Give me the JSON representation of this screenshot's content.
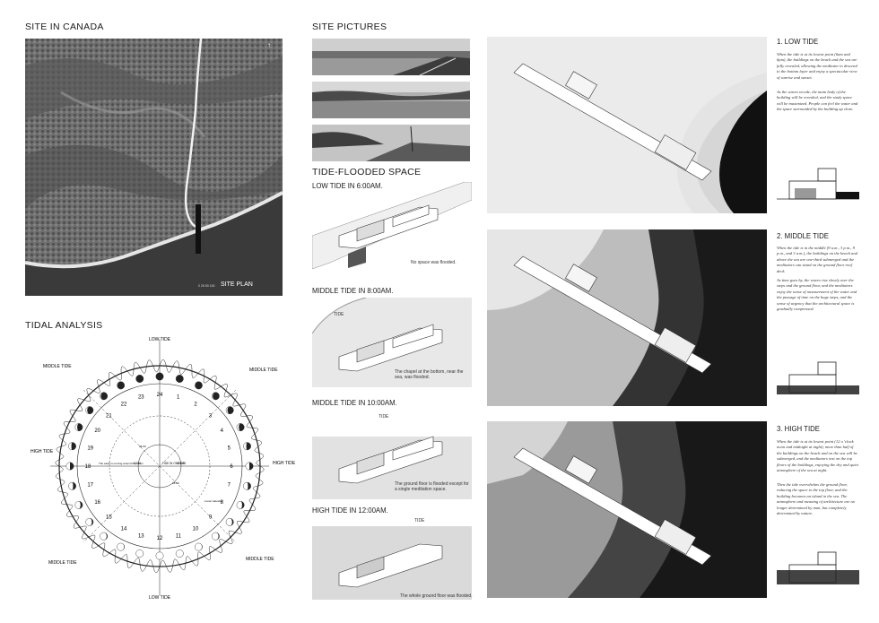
{
  "site_in_canada": {
    "title": "SITE IN CANADA",
    "site_plan_label": "SITE PLAN",
    "north_mark": "↑",
    "scale_label": "0  25  50    100"
  },
  "tidal_analysis": {
    "title": "TIDAL ANALYSIS",
    "labels": {
      "low_tide_top": "LOW TIDE",
      "low_tide_bottom": "LOW TIDE",
      "high_tide_left": "HIGH TIDE",
      "high_tide_right": "HIGH TIDE",
      "middle_tide_tl": "MIDDLE TIDE",
      "middle_tide_tr": "MIDDLE TIDE",
      "middle_tide_bl": "MIDDLE TIDE",
      "middle_tide_br": "MIDDLE TIDE"
    },
    "hours": [
      "1",
      "2",
      "3",
      "4",
      "5",
      "6",
      "7",
      "8",
      "9",
      "10",
      "11",
      "12",
      "13",
      "14",
      "15",
      "16",
      "17",
      "18",
      "19",
      "20",
      "21",
      "22",
      "23",
      "24"
    ],
    "inner_labels": {
      "tide_in_one_day": "TIDE IN ONE DAY",
      "noon": "12:00",
      "midnight": "00:00",
      "t1": "06:00",
      "t2": "18:00",
      "lunar": "Lunar calendar"
    },
    "moon_note": "The earth is moving around the moon"
  },
  "site_pictures": {
    "title": "SITE PICTURES"
  },
  "tide_flooded": {
    "title": "TIDE-FLOODED SPACE",
    "panels": [
      {
        "heading": "LOW TIDE IN 6:00AM.",
        "caption": "No space was flooded.",
        "tide_label": ""
      },
      {
        "heading": "MIDDLE TIDE IN 8:00AM.",
        "caption": "The chapel at the bottom, near the sea, was flooded.",
        "tide_label": "TIDE"
      },
      {
        "heading": "MIDDLE TIDE IN 10:00AM.",
        "caption": "The ground floor is flooded except for a single meditation space.",
        "tide_label": "TIDE"
      },
      {
        "heading": "HIGH TIDE IN 12:00AM.",
        "caption": "The whole ground floor was flooded.",
        "tide_label": "TIDE"
      }
    ]
  },
  "tide_states": [
    {
      "title": "1. LOW TIDE",
      "p1": "When the tide is at its lowest point (6am and 6pm), the buildings on the beach and the sea are fully revealed, allowing the meditator to descend to the bottom layer and enjoy a spectacular view of sunrise and sunset.",
      "p2": "As the waves recede, the main body of the building will be revealed, and the study space will be maximized. People can feel the water and the space surrounded by the building up close."
    },
    {
      "title": "2. MIDDLE TIDE",
      "p1": "When the tide is in the middle (9 a.m., 3 p.m., 9 p.m., and 3 a.m.), the buildings on the beach and above the sea are one-third submerged and the meditators can stand on the ground floor roof deck.",
      "p2": "As time goes by, the waves rise slowly over the steps and the ground floor, and the meditators enjoy the sense of measurement of the water and the passage of time on the huge steps, and the sense of urgency that the architectural space is gradually compressed."
    },
    {
      "title": "3. HIGH TIDE",
      "p1": "When the tide is at its lowest point (12 o 'clock noon and midnight at night), more than half of the buildings on the beach and on the sea will be submerged, and the meditators rest on the top floors of the buildings, enjoying the dry and quiet atmosphere of the sea at night.",
      "p2": "Then the tide overwhelms the ground floor, reducing the space to the top floor, and the building becomes an island in the sea. The atmosphere and meaning of architecture are no longer determined by man, but completely determined by nature."
    }
  ],
  "colors": {
    "ink": "#1a1a1a",
    "paper": "#ffffff",
    "sea": "#3a3a3a"
  }
}
